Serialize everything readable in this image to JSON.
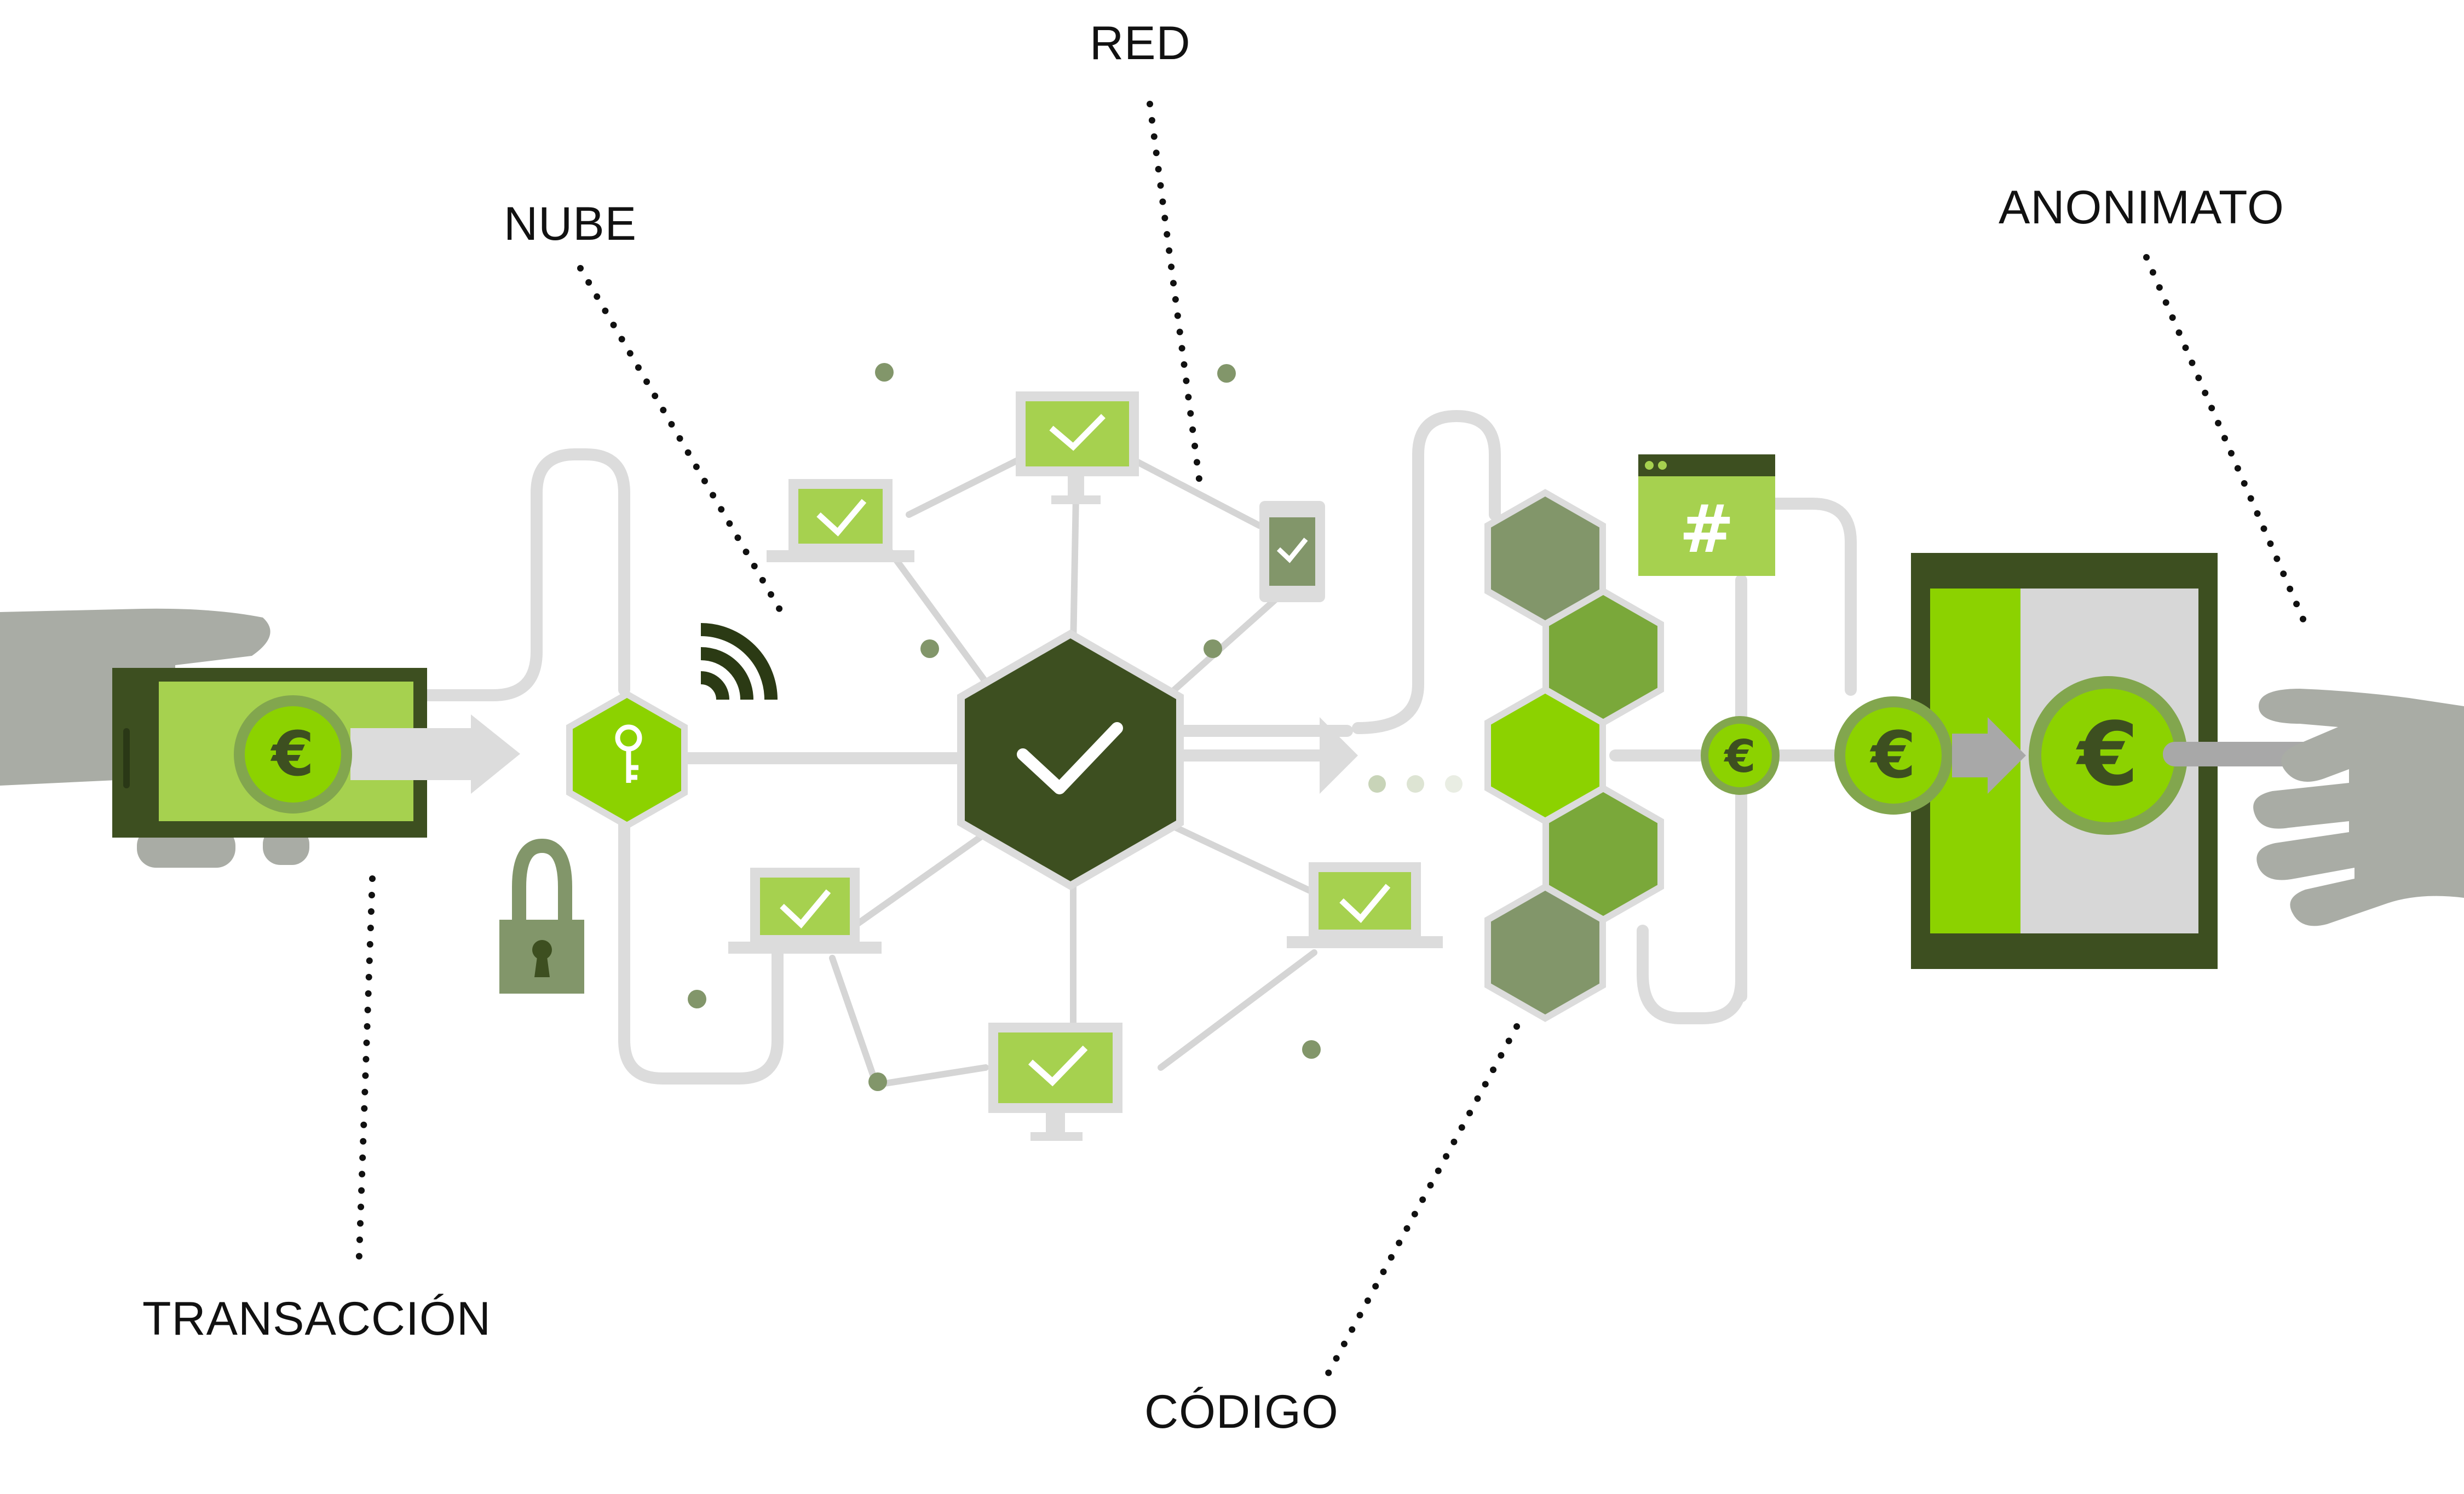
{
  "labels": {
    "red": "RED",
    "nube": "NUBE",
    "anonimato": "ANONIMATO",
    "transaccion": "TRANSACCIÓN",
    "codigo": "CÓDIGO"
  },
  "glyphs": {
    "currency_symbol": "€",
    "hash_symbol": "#"
  },
  "colors": {
    "dark_green": "#3d4f20",
    "bright_green": "#8cd200",
    "light_green": "#a6d14f",
    "olive": "#82966a",
    "mid_green": "#7aa83a",
    "light_gray": "#dcdcdc",
    "hand_gray": "#a9aca5"
  }
}
